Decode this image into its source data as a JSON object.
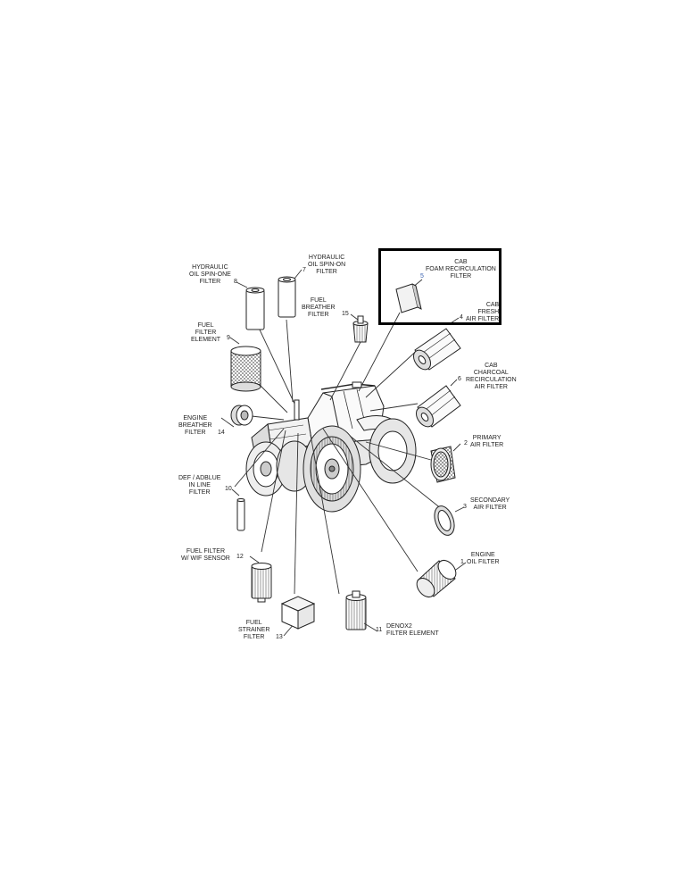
{
  "diagram": {
    "parts": [
      {
        "number": "1",
        "lines": [
          "ENGINE",
          "OIL FILTER"
        ]
      },
      {
        "number": "2",
        "lines": [
          "PRIMARY",
          "AIR FILTER"
        ]
      },
      {
        "number": "3",
        "lines": [
          "SECONDARY",
          "AIR FILTER"
        ]
      },
      {
        "number": "4",
        "lines": [
          "CAB",
          "FRESH",
          "AIR FILTER"
        ]
      },
      {
        "number": "5",
        "lines": [
          "CAB",
          "FOAM RECIRCULATION",
          "FILTER"
        ]
      },
      {
        "number": "6",
        "lines": [
          "CAB",
          "CHARCOAL",
          "RECIRCULATION",
          "AIR FILTER"
        ]
      },
      {
        "number": "7",
        "lines": [
          "HYDRAULIC",
          "OIL SPIN-ON",
          "FILTER"
        ]
      },
      {
        "number": "8",
        "lines": [
          "HYDRAULIC",
          "OIL SPIN-ONE",
          "FILTER"
        ]
      },
      {
        "number": "9",
        "lines": [
          "FUEL",
          "FILTER",
          "ELEMENT"
        ]
      },
      {
        "number": "10",
        "lines": [
          "DEF / ADBLUE",
          "IN LINE",
          "FILTER"
        ]
      },
      {
        "number": "11",
        "lines": [
          "DENOX2",
          "FILTER ELEMENT"
        ]
      },
      {
        "number": "12",
        "lines": [
          "FUEL FILTER",
          "W/ WIF SENSOR"
        ]
      },
      {
        "number": "13",
        "lines": [
          "FUEL",
          "STRAINER",
          "FILTER"
        ]
      },
      {
        "number": "14",
        "lines": [
          "ENGINE",
          "BREATHER",
          "FILTER"
        ]
      },
      {
        "number": "15",
        "lines": [
          "FUEL",
          "BREATHER",
          "FILTER"
        ]
      }
    ]
  },
  "highlight": {
    "part_number": "5"
  }
}
